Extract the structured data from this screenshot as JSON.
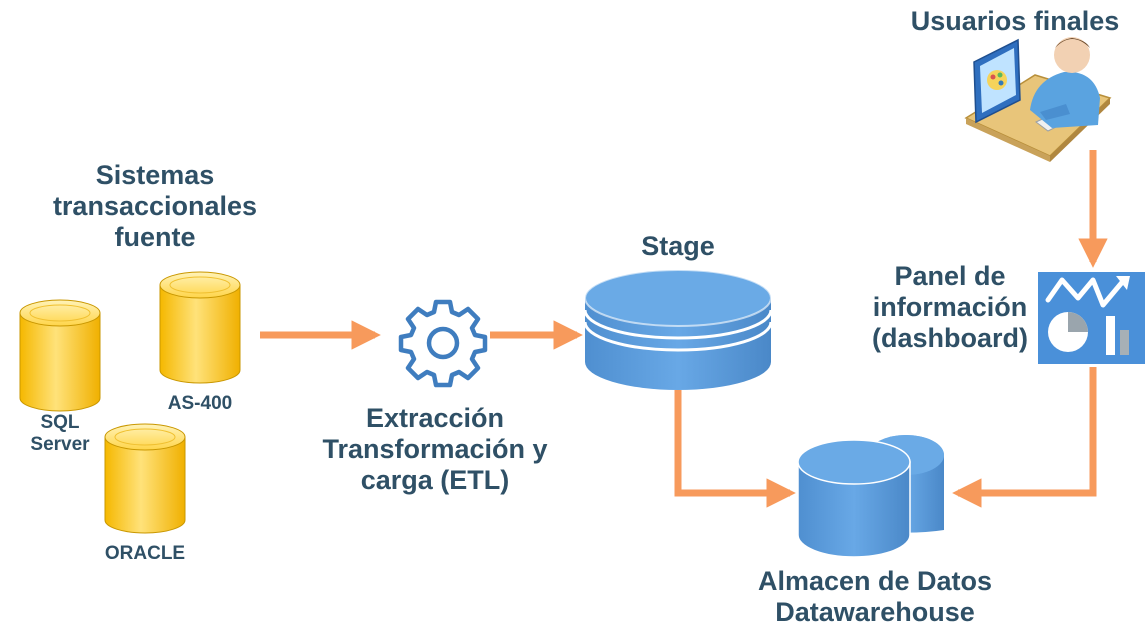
{
  "colors": {
    "arrow": "#f79a5c",
    "label_text": "#2f5066",
    "db_blue": "#5b9bd5",
    "db_yellow": "#ffd24d",
    "dashboard_bg": "#4a90d9"
  },
  "sources": {
    "title_lines": [
      "Sistemas",
      "transaccionales",
      "fuente"
    ],
    "databases": [
      {
        "label_lines": [
          "SQL",
          "Server"
        ],
        "icon": "database-cylinder-yellow"
      },
      {
        "label_lines": [
          "AS-400"
        ],
        "icon": "database-cylinder-yellow"
      },
      {
        "label_lines": [
          "ORACLE"
        ],
        "icon": "database-cylinder-yellow"
      }
    ]
  },
  "etl": {
    "label_lines": [
      "Extracción",
      "Transformación y",
      "carga (ETL)"
    ],
    "icon": "gear-icon"
  },
  "stage": {
    "label": "Stage",
    "icon": "database-disk-blue"
  },
  "warehouse": {
    "label_lines": [
      "Almacen de Datos",
      "Datawarehouse"
    ],
    "icon": "database-cylinders-blue"
  },
  "dashboard": {
    "label_lines": [
      "Panel de",
      "información",
      "(dashboard)"
    ],
    "icon": "dashboard-icon"
  },
  "end_users": {
    "label": "Usuarios finales",
    "icon": "user-at-computer-icon"
  }
}
